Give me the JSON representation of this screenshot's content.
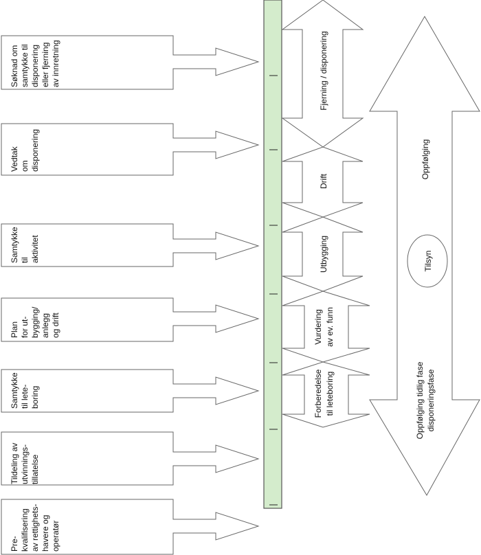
{
  "colors": {
    "timeline_fill": "#d4eccc",
    "stroke": "#666666"
  },
  "left_steps": [
    {
      "lines": [
        "Søknad om",
        "samtykke til",
        "disponering",
        "eller fjerning",
        "av innretning"
      ]
    },
    {
      "lines": [
        "Vedtak",
        "om",
        "disponering"
      ]
    },
    {
      "lines": [
        "Samtykke",
        "til",
        "aktivitet"
      ]
    },
    {
      "lines": [
        "Plan",
        "for ut-",
        "bygging/",
        "anlegg",
        "og drift"
      ]
    },
    {
      "lines": [
        "Samtykke",
        "til lete-",
        "boring"
      ]
    },
    {
      "lines": [
        "Tildeling av",
        "utvinnings-",
        "tillatelse"
      ]
    },
    {
      "lines": [
        "Pre-",
        "kvalifisering",
        "av rettighets-",
        "havere og",
        "operatør"
      ]
    }
  ],
  "phases": [
    {
      "lines": [
        "Fjerning / disponering"
      ]
    },
    {
      "lines": [
        "Drift"
      ]
    },
    {
      "lines": [
        "Utbygging"
      ]
    },
    {
      "lines": [
        "Vurdering",
        "av ev. funn"
      ]
    },
    {
      "lines": [
        "Forberedelse",
        "til leteboring"
      ]
    }
  ],
  "followup": {
    "top_label": "Oppfølging",
    "center_label": "Tilsyn",
    "bottom_lines": [
      "Oppfølging tidlig fase",
      "disponeringsfase"
    ]
  }
}
